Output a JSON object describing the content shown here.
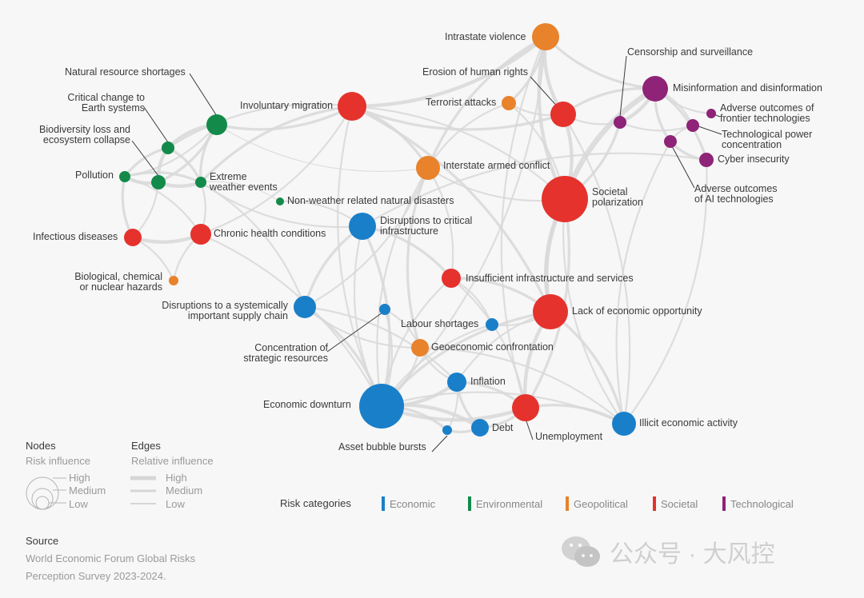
{
  "colors": {
    "Economic": "#1a7fc9",
    "Environmental": "#138a4a",
    "Geopolitical": "#e8822b",
    "Societal": "#e5322d",
    "Technological": "#8e2377",
    "edge": "#d8d8d8",
    "background": "#f7f7f7"
  },
  "nodes": [
    {
      "id": "intrastate_violence",
      "label": "Intrastate violence",
      "category": "Geopolitical",
      "size": "medium"
    },
    {
      "id": "censorship",
      "label": "Censorship and surveillance",
      "category": "Technological",
      "size": "small"
    },
    {
      "id": "erosion_rights",
      "label": "Erosion of human rights",
      "category": "Societal",
      "size": "medium"
    },
    {
      "id": "misinformation",
      "label": "Misinformation and disinformation",
      "category": "Technological",
      "size": "medium"
    },
    {
      "id": "natural_resource",
      "label": "Natural resource shortages",
      "category": "Environmental",
      "size": "small"
    },
    {
      "id": "terrorist",
      "label": "Terrorist attacks",
      "category": "Geopolitical",
      "size": "small"
    },
    {
      "id": "adverse_frontier",
      "label": "Adverse outcomes of frontier technologies",
      "category": "Technological",
      "size": "tiny"
    },
    {
      "id": "critical_change",
      "label": "Critical change to Earth systems",
      "category": "Environmental",
      "size": "small"
    },
    {
      "id": "involuntary_migration",
      "label": "Involuntary migration",
      "category": "Societal",
      "size": "medium"
    },
    {
      "id": "tech_power",
      "label": "Technological power concentration",
      "category": "Technological",
      "size": "small"
    },
    {
      "id": "biodiversity",
      "label": "Biodiversity loss and ecosystem collapse",
      "category": "Environmental",
      "size": "small"
    },
    {
      "id": "cyber",
      "label": "Cyber insecurity",
      "category": "Technological",
      "size": "small"
    },
    {
      "id": "adverse_ai",
      "label": "Adverse outcomes of AI technologies",
      "category": "Technological",
      "size": "small"
    },
    {
      "id": "interstate_conflict",
      "label": "Interstate armed conflict",
      "category": "Geopolitical",
      "size": "medium"
    },
    {
      "id": "pollution",
      "label": "Pollution",
      "category": "Environmental",
      "size": "small"
    },
    {
      "id": "extreme_weather",
      "label": "Extreme weather events",
      "category": "Environmental",
      "size": "small"
    },
    {
      "id": "societal_polarization",
      "label": "Societal polarization",
      "category": "Societal",
      "size": "large"
    },
    {
      "id": "non_weather",
      "label": "Non-weather related natural disasters",
      "category": "Environmental",
      "size": "tiny"
    },
    {
      "id": "disruptions_infra",
      "label": "Disruptions to critical infrastructure",
      "category": "Economic",
      "size": "medium"
    },
    {
      "id": "infectious",
      "label": "Infectious diseases",
      "category": "Societal",
      "size": "small"
    },
    {
      "id": "chronic_health",
      "label": "Chronic health conditions",
      "category": "Societal",
      "size": "medium"
    },
    {
      "id": "bio_hazards",
      "label": "Biological, chemical or nuclear hazards",
      "category": "Geopolitical",
      "size": "tiny"
    },
    {
      "id": "insufficient_infra",
      "label": "Insufficient infrastructure and services",
      "category": "Societal",
      "size": "small"
    },
    {
      "id": "supply_chain",
      "label": "Disruptions to a systemically important supply chain",
      "category": "Economic",
      "size": "medium"
    },
    {
      "id": "lack_econ",
      "label": "Lack of economic opportunity",
      "category": "Societal",
      "size": "large"
    },
    {
      "id": "labour",
      "label": "Labour shortages",
      "category": "Economic",
      "size": "small"
    },
    {
      "id": "concentration",
      "label": "Concentration of strategic resources",
      "category": "Economic",
      "size": "tiny"
    },
    {
      "id": "geoeconomic",
      "label": "Geoeconomic confrontation",
      "category": "Geopolitical",
      "size": "small"
    },
    {
      "id": "inflation",
      "label": "Inflation",
      "category": "Economic",
      "size": "small"
    },
    {
      "id": "econ_downturn",
      "label": "Economic downturn",
      "category": "Economic",
      "size": "large"
    },
    {
      "id": "unemployment",
      "label": "Unemployment",
      "category": "Societal",
      "size": "medium"
    },
    {
      "id": "illicit",
      "label": "Illicit economic activity",
      "category": "Economic",
      "size": "medium"
    },
    {
      "id": "debt",
      "label": "Debt",
      "category": "Economic",
      "size": "small"
    },
    {
      "id": "asset_bubble",
      "label": "Asset bubble bursts",
      "category": "Economic",
      "size": "tiny"
    }
  ],
  "legend": {
    "nodes_title": "Nodes",
    "nodes_sub": "Risk influence",
    "node_levels": [
      "High",
      "Medium",
      "Low"
    ],
    "edges_title": "Edges",
    "edges_sub": "Relative influence",
    "edge_levels": [
      "High",
      "Medium",
      "Low"
    ],
    "categories_title": "Risk categories",
    "categories": [
      "Economic",
      "Environmental",
      "Geopolitical",
      "Societal",
      "Technological"
    ]
  },
  "source": {
    "title": "Source",
    "line1": "World Economic Forum Global Risks",
    "line2": "Perception Survey 2023-2024."
  },
  "watermark": "公众号 · 大风控"
}
